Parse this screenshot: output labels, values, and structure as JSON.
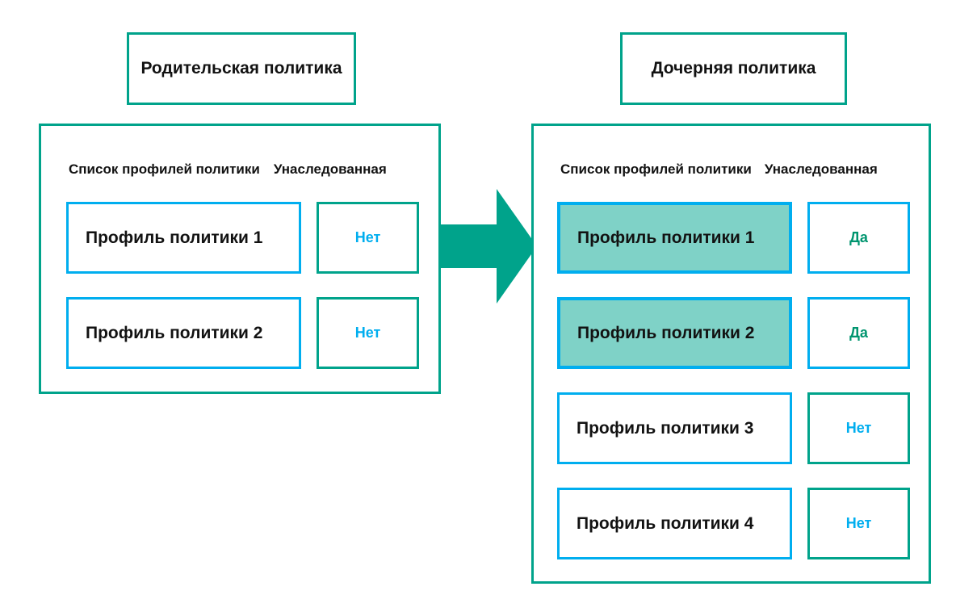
{
  "diagram": {
    "columns": {
      "profiles": "Список профилей политики",
      "inherited": "Унаследованная"
    },
    "arrow": {
      "name": "inheritance-arrow",
      "color": "#00a38b",
      "direction": "right"
    },
    "colors": {
      "panel_border": "#00a38b",
      "profile_border": "#00aeef",
      "highlight_fill": "#7fd2c7",
      "yes_text": "#00956f",
      "no_text": "#00aeef",
      "text": "#121212"
    },
    "parent": {
      "title": "Родительская политика",
      "rows": [
        {
          "profile": "Профиль политики 1",
          "inherited": "Нет",
          "inherited_value": "no",
          "highlighted": false
        },
        {
          "profile": "Профиль политики 2",
          "inherited": "Нет",
          "inherited_value": "no",
          "highlighted": false
        }
      ]
    },
    "child": {
      "title": "Дочерняя политика",
      "rows": [
        {
          "profile": "Профиль политики 1",
          "inherited": "Да",
          "inherited_value": "yes",
          "highlighted": true
        },
        {
          "profile": "Профиль политики 2",
          "inherited": "Да",
          "inherited_value": "yes",
          "highlighted": true
        },
        {
          "profile": "Профиль политики 3",
          "inherited": "Нет",
          "inherited_value": "no",
          "highlighted": false
        },
        {
          "profile": "Профиль политики 4",
          "inherited": "Нет",
          "inherited_value": "no",
          "highlighted": false
        }
      ]
    }
  }
}
